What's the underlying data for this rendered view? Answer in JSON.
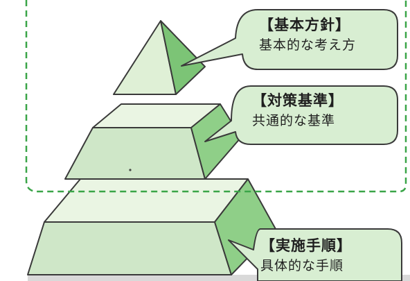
{
  "tiers": [
    {
      "id": "top",
      "title": "【基本方針】",
      "subtitle": "基本的な考え方"
    },
    {
      "id": "middle",
      "title": "【対策基準】",
      "subtitle": "共通的な基準"
    },
    {
      "id": "bottom",
      "title": "【実施手順】",
      "subtitle": "具体的な手順"
    }
  ],
  "colors": {
    "front_face": "#cfe7c8",
    "top_face": "#eaf5e3",
    "side_face": "#8fcf88",
    "pyramid_left": "#dff0d6",
    "pyramid_right": "#7cc476",
    "bubble_fill": "#d8eed2",
    "outline": "#3a3a3a",
    "dashed_border": "#3aa548"
  }
}
